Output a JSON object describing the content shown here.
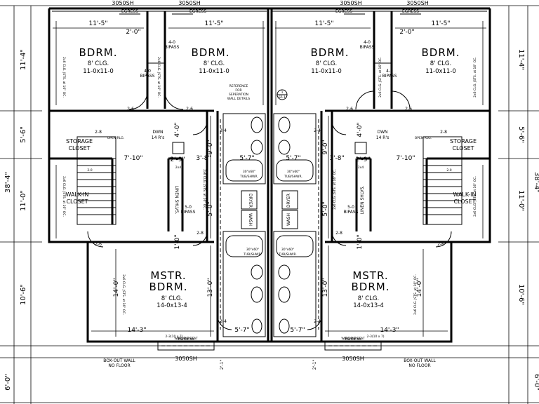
{
  "rooms": {
    "bdrm": "BDRM.",
    "clg_8": "8' CLG.",
    "bdrm_size": "11-0x11-0",
    "mstr1": "MSTR.",
    "mstr2": "BDRM.",
    "mstr_size": "14-0x13-4",
    "storage1": "STORAGE",
    "storage2": "CLOSET",
    "walkin1": "WALK-IN",
    "walkin2": "CLOSET",
    "linen": "LINEN SHLVS.",
    "dryer": "DRYER",
    "wash": "WASH",
    "tub1": "30\"x60\"",
    "tub2": "TUB/SHWR.",
    "dwn": "DWN",
    "risers": "14 R's",
    "open_rlg": "OPEN RLG."
  },
  "labels": {
    "egress": "EGRESS",
    "window_top": "3050SH",
    "window_bottom": "3050SH",
    "bipass_40": "4-0",
    "bipass_50": "5-0",
    "bipass": "BIPASS",
    "window_seat": "WINDOW SEAT",
    "boxout1": "BOX-OUT WALL",
    "boxout2": "NO FLOOR",
    "boxout_dim": "2-3(10 x 7)",
    "ref1": "REFERENCE",
    "ref2": "FOR",
    "ref3": "SEPERATION",
    "ref4": "WALL DETAILS",
    "ref_num": "1",
    "ref_sheet": "S5.1",
    "door_26": "2-6",
    "door_28": "2-8",
    "door_24": "2-4",
    "door_20": "2-0",
    "stud_note": "2x6 CLG. JSTS. at 16\" OC.",
    "linen_note": "2x4"
  },
  "dims": {
    "d_11_5": "11'-5\"",
    "d_2_0": "2'-0\"",
    "d_7_10": "7'-10\"",
    "d_3_8": "3'-8\"",
    "d_2_9": "2'-9\"",
    "d_5_7": "5'-7\"",
    "d_14_3": "14'-3\"",
    "d_4_0": "4'-0\"",
    "d_9_0": "9'-0\"",
    "d_5_0": "5'-0\"",
    "d_1_0": "1'-0\"",
    "d_13_0": "13'-0\"",
    "d_14_0": "14'-0\"",
    "d_11_4": "11'-4\"",
    "d_5_6": "5'-6\"",
    "d_11_0": "11'-0\"",
    "d_10_6": "10'-6\"",
    "d_6_0": "6'-0\"",
    "d_38_4": "38'-4\"",
    "d_2_1": "2'-1\""
  }
}
